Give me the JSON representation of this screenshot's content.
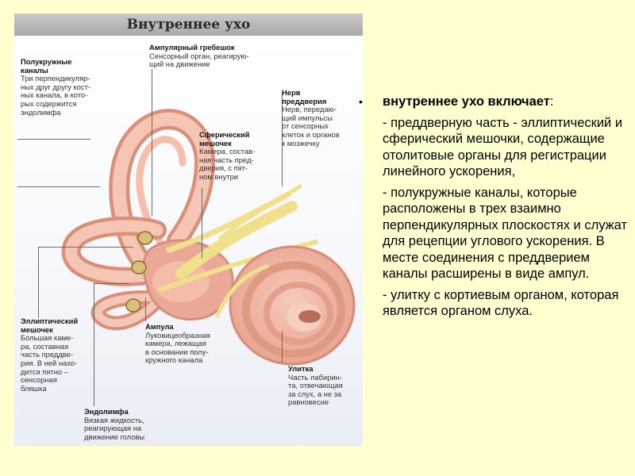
{
  "figure": {
    "title": "Внутреннее ухо",
    "labels": [
      {
        "title": "Полукружные\nканалы",
        "desc": "Три перпендикуляр-\nных друг другу кост-\nных канала, в кото-\nрых содержится\nэндолимфа"
      },
      {
        "title": "Ампулярный гребешок",
        "desc": "Сенсорный орган, реагирую-\nщий на движение"
      },
      {
        "title": "Нерв\nпреддверия",
        "desc": "Нерв, передаю-\nщий импульсы\nот сенсорных\nклеток и органов\nк мозжечку"
      },
      {
        "title": "Сферический\nмешочек",
        "desc": "Камера, состав-\nная часть пред-\nдверия, с пят-\nном внутри"
      },
      {
        "title": "Эллиптический\nмешочек",
        "desc": "Большая каме-\nра, составная\nчасть преддве-\nрия. В ней нахо-\nдится пятно –\nсенсорная\nбляшка"
      },
      {
        "title": "Ампула",
        "desc": "Луковицеобразная\nкамера, лежащая\nв основании полу-\nкружного канала"
      },
      {
        "title": "Улитка",
        "desc": "Часть лабирин-\nта, отвечающая\nза слух, а не за\nравновесие"
      },
      {
        "title": "Эндолимфа",
        "desc": "Вязкая жидкость,\nреагирующая на\nдвижение головы"
      }
    ]
  },
  "text": {
    "bullet_symbol": "•",
    "heading": "внутреннее ухо включает",
    "heading_suffix": ":",
    "items": [
      "- преддверную часть - эллиптический и сферический мешочки, содержащие отолитовые органы для регистрации линейного ускорения,",
      "- полукружные каналы, которые расположены в трех взаимно перпендикулярных плоскостях и служат для рецепции углового ускорения. В месте соединения с преддверием каналы расширены в виде ампул.",
      "- улитку с кортиевым органом, которая является органом слуха."
    ]
  }
}
